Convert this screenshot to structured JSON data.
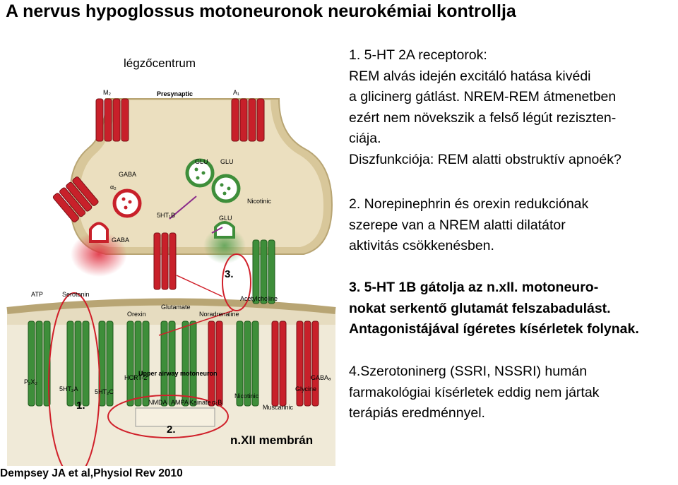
{
  "title": "A nervus hypoglossus motoneuronok neurokémiai kontrollja",
  "figure": {
    "top_label": "légzőcentrum",
    "presynaptic": "Presynaptic",
    "receptors_top": [
      "M₂",
      "A₁",
      "α₂",
      "5HT₁B",
      "Nicotinic"
    ],
    "vesicles": [
      "GABA",
      "GLU",
      "GLU",
      "GABA",
      "GLU"
    ],
    "transmitters": [
      "ATP",
      "Serotonin",
      "Orexin",
      "Glutamate",
      "Noradrenaline",
      "Acetylcholine"
    ],
    "receptors_bottom": [
      "P₂X₂",
      "5HT₂A",
      "5HT₂C",
      "HCRT-2",
      "NMDA",
      "AMPA",
      "Kainate",
      "α₁B",
      "Nicotinic",
      "Muscarinic",
      "Glycine",
      "GABAₐ"
    ],
    "neuron_label": "Upper airway motoneuron",
    "markers": [
      "1.",
      "2.",
      "3."
    ],
    "membrane_label": "n.XII membrán"
  },
  "text": {
    "p1": [
      "1.   5-HT 2A receptorok:",
      "REM alvás idején excitáló hatása kivédi",
      "a glicinerg gátlást. NREM-REM  átmenetben",
      " ezért nem növekszik a felső légút reziszten-",
      "ciája.",
      "Diszfunkciója: REM alatti obstruktív  apnoék?"
    ],
    "p2": [
      "2. Norepinephrin  és orexin redukciónak",
      "szerepe van a NREM alatti dilatátor",
      "aktivitás csökkenésben."
    ],
    "p3": [
      "3. 5-HT 1B gátolja az n.xII. motoneuro-",
      "nokat serkentő glutamát felszabadulást.",
      "Antagonistájával ígéretes kísérletek folynak."
    ],
    "p4": [
      "4.Szerotoninerg (SSRI, NSSRI) humán",
      "farmakológiai kísérletek eddig nem jártak",
      "terápiás eredménnyel."
    ]
  },
  "citation": "Dempsey JA et al,Physiol Rev 2010",
  "colors": {
    "red": "#c8202a",
    "green": "#3e8e3a",
    "cytoplasm": "#e8dcb6",
    "terminal": "#d8c79a"
  }
}
